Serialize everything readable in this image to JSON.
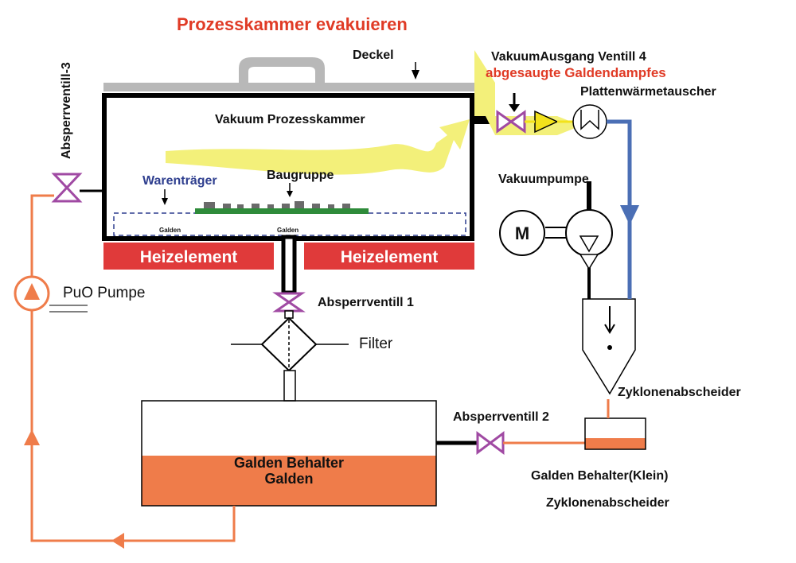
{
  "title": "Prozesskammer evakuieren",
  "labels": {
    "deckel": "Deckel",
    "vakuum_ausgang": "VakuumAusgang Ventill 4",
    "abgesaugte": "abgesaugte Galdendampfes",
    "plattenwaermetauscher": "Plattenwärmetauscher",
    "prozesskammer": "Vakuum Prozesskammer",
    "warentraeger": "Warenträger",
    "baugruppe": "Baugruppe",
    "galden_left": "Galden",
    "galden_mid": "Galden",
    "heizelement_left": "Heizelement",
    "heizelement_right": "Heizelement",
    "vakuumpumpe": "Vakuumpumpe",
    "motor": "M",
    "absperrventil3": "Absperrventill-3",
    "puo_pumpe": "PuO Pumpe",
    "absperrventil1": "Absperrventill 1",
    "filter": "Filter",
    "zyklonenabscheider": "Zyklonenabscheider",
    "absperrventil2": "Absperrventill 2",
    "tank_line1": "Galden Behalter",
    "tank_line2": "Galden",
    "small_tank_line1": "Galden Behalter(Klein)",
    "small_tank_line2": "Zyklonenabscheider"
  },
  "colors": {
    "title": "#e03b26",
    "heizelement": "#e03a3a",
    "galden_fluid": "#ef7c4a",
    "valve": "#a04aa3",
    "vapor_arrow": "#f3f07a",
    "coolant_line": "#4b6fb5",
    "pcb": "#2e8b3a",
    "lid": "#b8b8b8",
    "warentraeger_label": "#2f3f8f"
  },
  "icons": {
    "valve": "butterfly-valve-icon",
    "motor": "motor-icon",
    "pump": "pump-icon",
    "heat_exchanger": "heat-exchanger-icon",
    "filter": "filter-icon",
    "check_valve": "check-valve-icon",
    "cyclone": "cyclone-separator-icon"
  }
}
